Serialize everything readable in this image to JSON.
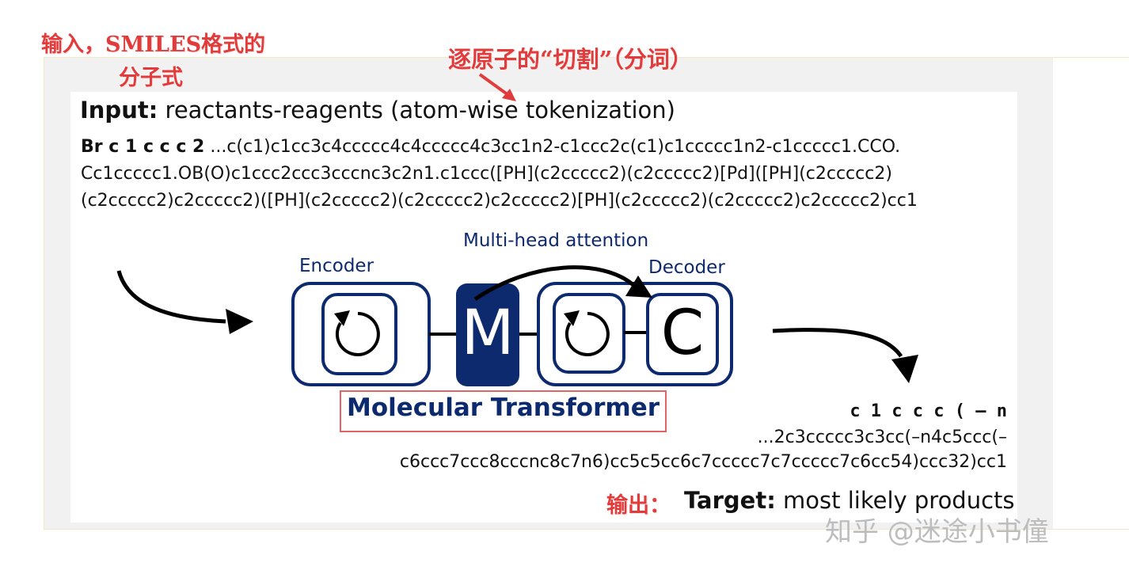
{
  "annotations": {
    "input_note_line1": "输入，SMILES格式的",
    "input_note_line2": "分子式",
    "tokenize_note": "逐原子的“切割”（分词）",
    "output_note": "输出："
  },
  "input": {
    "label": "Input:",
    "description": "reactants-reagents (atom-wise tokenization)",
    "tokens_bold": "Br c 1 c c c 2",
    "smiles_line1": "...c(c1)c1cc3c4ccccc4c4ccccc4c3cc1n2-c1ccc2c(c1)c1ccccc1n2-c1ccccc1.CCO.",
    "smiles_line2": "Cc1ccccc1.OB(O)c1ccc2ccc3cccnc3c2n1.c1ccc([PH](c2ccccc2)(c2ccccc2)[Pd]([PH](c2ccccc2)",
    "smiles_line3": "(c2ccccc2)c2ccccc2)([PH](c2ccccc2)(c2ccccc2)c2ccccc2)[PH](c2ccccc2)(c2ccccc2)c2ccccc2)cc1"
  },
  "model": {
    "encoder_label": "Encoder",
    "decoder_label": "Decoder",
    "attention_label": "Multi-head attention",
    "middle_block": "M",
    "decoder_block": "C",
    "name": "Molecular Transformer"
  },
  "output": {
    "tokens_bold": "c 1 c c c ( – n",
    "smiles_line1": "...2c3ccccc3c3cc(–n4c5ccc(–",
    "smiles_line2": "c6ccc7ccc8cccnc8c7n6)cc5c5cc6c7ccccc7c7ccccc7c6cc54)ccc32)cc1",
    "label": "Target:",
    "description": "most likely products"
  },
  "watermark": "知乎 @迷途小书僮",
  "colors": {
    "navy": "#0d2a6e",
    "annotation_red": "#e23b3b",
    "highlight_box": "#e26565"
  }
}
